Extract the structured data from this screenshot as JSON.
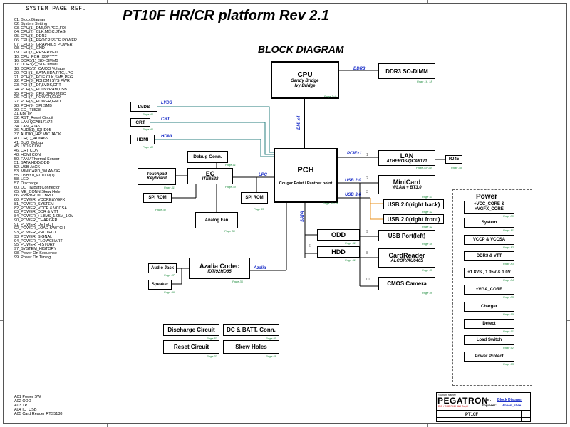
{
  "sheet_ref": {
    "title": "SYSTEM PAGE REF.",
    "pages": [
      "01. Block Diagram",
      "02. System Setting",
      "03. CPU(1)_DMI,DP,PEG,FDI",
      "04. CPU(2)_CLK,MISC,JTAG",
      "05. CPU(3)_DDR3",
      "06. CPU(4)_PROCRSSOE POWER",
      "07. CPU(5)_GRAPHICS POWER",
      "08. CPU(6)_GND",
      "09. CPU(7)_RESERVED",
      "10. CPU_PCH_XDP*****",
      "16. DDR3(1)_SO-DIMM0",
      "17. DDR3(2)_SO-DIMM1",
      "18. DDR3(3)_CA/DQ Voltage",
      "20. PCH(1)_SATA,HDA,RTC,LPC",
      "21. PCH(2)_PCIE,CLK,SMB,PEG",
      "22. PCH(3)_FDI,DMI,SYS PWR",
      "23. PCH(4)_DP,LVDS,CRT",
      "24. PCH(5)_PCI,NVRAM,USB",
      "25. PCH(6)_CPU,GPIO,MISC",
      "26. PCH(7)_POWER,GND",
      "27. PCH(8)_POWER,GND",
      "28. PCH(9)_SPI,SMB",
      "30. EC_IT8528",
      "31.KB/ TP",
      "32. RST_Reset Circuit",
      "33. LAN-QCA8171/72",
      "34. LAN_RJ45",
      "36. AUDI(1)_IQHD95",
      "37. AUDIO_HP/ MIC JACK",
      "40. CR(1)_AU6465",
      "41. BUG_Debug",
      "45. LVDS CON",
      "46. CRT CON",
      "48. HDMI CON",
      "50. FAN / Thermal Sensor",
      "51. SATA HDD/ODD",
      "52. USB JACK",
      "53. MINICARD_WLAN/3G",
      "55. USB3.0_FL1009(1)",
      "58. LED",
      "57. Discharge",
      "60. DC_IN/Batt Connector",
      "65. ME_CONN,Skew Hole",
      "66. PWRBRD/IO BRD",
      "80. POWER_VCORE&VGFX",
      "81_POWER_SYSTEM",
      "82_POWER_VCCP & VCCSA",
      "83_POWER_DDR & VTT",
      "84_POWER_+1.8VS_1.05V_1.0V",
      "90_POWER_CHARGER",
      "91_POWER_DETECT",
      "92_POWER_LOAD SWITCH",
      "93_POWER_PROTECT",
      "93_POWER_SIGNAL",
      "94_POWER_FLOWCHART",
      "95_POWER_HISTORY",
      "97_SYSTEM_HISTORY",
      "98. Power On Sequence",
      "99. Power On Timing"
    ],
    "extra_pages": [
      "A01 Power SW",
      "A02 ODD",
      "A03 TP",
      "A04 IO_USB",
      "A05 Card Reader RTS5138"
    ]
  },
  "header": {
    "title": "PT10F HR/CR platform Rev 2.1",
    "diagram_title": "BLOCK DIAGRAM"
  },
  "blocks": {
    "cpu": {
      "name": "CPU",
      "line1": "Sandy Bridge",
      "line2": "Ivy Bridge",
      "page": "Page 3~9"
    },
    "ddr3": {
      "name": "DDR3 SO-DIMM",
      "page": "Page 16, 18"
    },
    "pch": {
      "name": "PCH",
      "sub": "Cougar Point / Panther point",
      "page": "Page 20~28"
    },
    "lan": {
      "name": "LAN",
      "sub": "ATHEROS/QCA8171",
      "page": "Page 33~34"
    },
    "rj45": {
      "name": "RJ45",
      "page": "Page 34"
    },
    "minicard": {
      "name": "MiniCard",
      "sub": "WLAN + BT3.0",
      "page": "Page 53"
    },
    "usb_right_back": {
      "name": "USB 2.0(right back)",
      "page": "Page 52"
    },
    "usb_right_front": {
      "name": "USB 2.0(right front)",
      "page": "Page 52"
    },
    "usb_port_left": {
      "name": "USB Port(left)",
      "page": "Page 55"
    },
    "odd": {
      "name": "ODD",
      "page": "Page 51"
    },
    "hdd": {
      "name": "HDD",
      "page": "Page 51"
    },
    "cardreader": {
      "name": "CardReader",
      "sub": "ALCOR/AU6465",
      "page": "Page 40"
    },
    "cmos": {
      "name": "CMOS Camera",
      "page": "Page 45"
    },
    "lvds": {
      "name": "LVDS",
      "page": "Page 45"
    },
    "crt": {
      "name": "CRT",
      "page": "Page 46"
    },
    "hdmi": {
      "name": "HDMI",
      "page": "Page 48"
    },
    "debug": {
      "name": "Debug Conn.",
      "page": "Page 41"
    },
    "touchpad": {
      "name1": "Touchpad",
      "name2": "Keyboard",
      "page": "Page 31"
    },
    "ec": {
      "name": "EC",
      "sub": "ITE8528",
      "page": "Page 30"
    },
    "spirom_ec": {
      "name": "SPI ROM",
      "page": "Page 30"
    },
    "spirom_pch": {
      "name": "SPI ROM",
      "page": "Page 28"
    },
    "fan": {
      "name": "Analog Fan",
      "page": "Page 50"
    },
    "audio_jack": {
      "name": "Audio Jack",
      "page": "Page 37"
    },
    "speaker": {
      "name": "Speaker",
      "page": "Page 36"
    },
    "codec": {
      "name": "Azalia Codec",
      "sub": "IDT/92HD95",
      "page": "Page 36"
    },
    "discharge": {
      "name": "Discharge Circuit",
      "page": "Page 57"
    },
    "dcbatt": {
      "name": "DC & BATT. Conn.",
      "page": "Page 60"
    },
    "reset": {
      "name": "Reset Circuit",
      "page": "Page 32"
    },
    "skew": {
      "name": "Skew Holes",
      "page": "Page 65"
    }
  },
  "buses": {
    "ddr3": "DDR3",
    "dmi": "DMI x4",
    "lvds": "LVDS",
    "crt": "CRT",
    "hdmi": "HDMI",
    "pcie": "PCIEx1",
    "usb2": "USB 2.0",
    "usb3": "USB 3.0",
    "lpc": "LPC",
    "sata": "SATA",
    "azalia": "Azalia"
  },
  "port_numbers": [
    "1",
    "2",
    "3",
    "9",
    "6",
    "8",
    "10"
  ],
  "power": {
    "title": "Power",
    "items": [
      {
        "label": "+VCC_CORE &",
        "label2": "+VGFX_CORE",
        "page": "Page 80"
      },
      {
        "label": "System",
        "page": "Page 81"
      },
      {
        "label": "VCCP & VCCSA",
        "page": "Page 82"
      },
      {
        "label": "DDR3 & VTT",
        "page": "Page 83"
      },
      {
        "label": "+1.8VS , 1.05V & 1.0V",
        "page": "Page 84"
      },
      {
        "label": "+VGA_CORE",
        "page": "Page 85"
      },
      {
        "label": "Charger",
        "page": "Page 90"
      },
      {
        "label": "Detect",
        "page": "Page 91"
      },
      {
        "label": "Load Switch",
        "page": "Page 92"
      },
      {
        "label": "Power Protect",
        "page": "Page 93"
      }
    ]
  },
  "title_block": {
    "header": "<Variant Name>",
    "company": "PEGATRON",
    "sub": "DIG / CSD PHR 8&9 Dept I",
    "title_label": "Title :",
    "title_value": "Block Diagram",
    "engineer_label": "Engineer:",
    "engineer_value": "Alvien_shee",
    "model": "PT10F"
  },
  "colors": {
    "bus": "#1b2fc8",
    "page": "#1a8a3a",
    "usb3_line": "#e8901c",
    "line": "#000000",
    "teal_line": "#2a7f7f"
  }
}
